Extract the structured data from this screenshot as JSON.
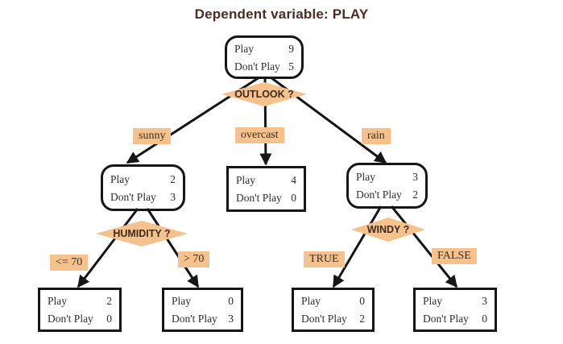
{
  "title": "Dependent variable: PLAY",
  "colors": {
    "accent_peach": "#f5c28e",
    "title_text": "#4e2b21",
    "node_border": "#161616",
    "node_text": "#2e2e2e",
    "label_text": "#3c2f20"
  },
  "decisions": {
    "outlook": "OUTLOOK ?",
    "humidity": "HUMIDITY ?",
    "windy": "WINDY ?"
  },
  "edge_labels": {
    "sunny": "sunny",
    "overcast": "overcast",
    "rain": "rain",
    "humidity_low": "<= 70",
    "humidity_high": "> 70",
    "windy_true": "TRUE",
    "windy_false": "FALSE"
  },
  "nodes": {
    "root": {
      "rows": [
        {
          "label": "Play",
          "value": "9"
        },
        {
          "label": "Don't Play",
          "value": "5"
        }
      ]
    },
    "sunny": {
      "rows": [
        {
          "label": "Play",
          "value": "2"
        },
        {
          "label": "Don't Play",
          "value": "3"
        }
      ]
    },
    "overcast": {
      "rows": [
        {
          "label": "Play",
          "value": "4"
        },
        {
          "label": "Don't Play",
          "value": "0"
        }
      ]
    },
    "rain": {
      "rows": [
        {
          "label": "Play",
          "value": "3"
        },
        {
          "label": "Don't Play",
          "value": "2"
        }
      ]
    },
    "humidity_low": {
      "rows": [
        {
          "label": "Play",
          "value": "2"
        },
        {
          "label": "Don't Play",
          "value": "0"
        }
      ]
    },
    "humidity_high": {
      "rows": [
        {
          "label": "Play",
          "value": "0"
        },
        {
          "label": "Don't Play",
          "value": "3"
        }
      ]
    },
    "windy_true": {
      "rows": [
        {
          "label": "Play",
          "value": "0"
        },
        {
          "label": "Don't Play",
          "value": "2"
        }
      ]
    },
    "windy_false": {
      "rows": [
        {
          "label": "Play",
          "value": "3"
        },
        {
          "label": "Don't Play",
          "value": "0"
        }
      ]
    }
  }
}
